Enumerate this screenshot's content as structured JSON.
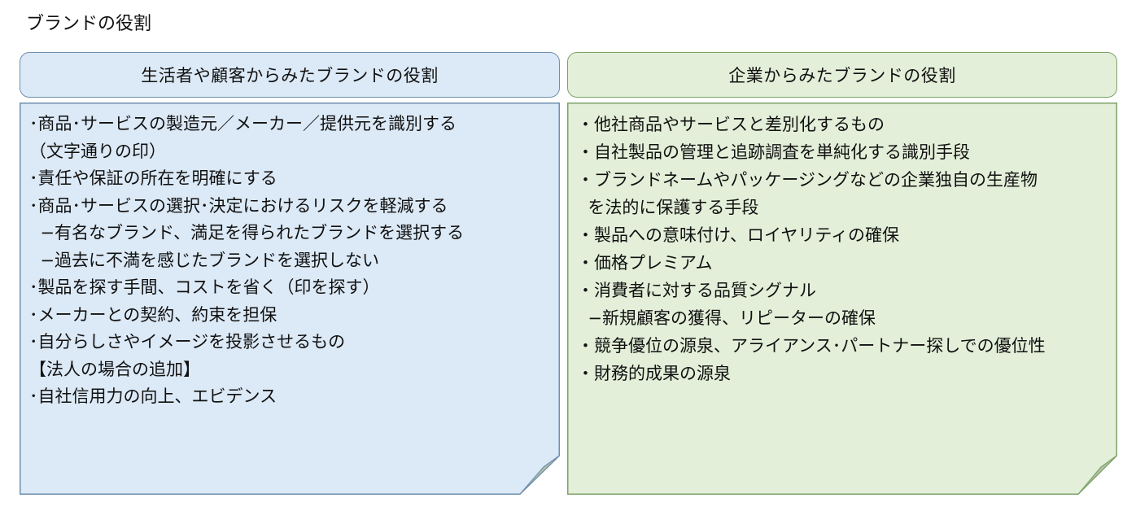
{
  "title": "ブランドの役割",
  "left": {
    "header": "生活者や顧客からみたブランドの役割",
    "lines": [
      "･商品･サービスの製造元／メーカー／提供元を識別する",
      "（文字通りの印）",
      "･責任や保証の所在を明確にする",
      "･商品･サービスの選択･決定におけるリスクを軽減する",
      "  −有名なブランド、満足を得られたブランドを選択する",
      "  −過去に不満を感じたブランドを選択しない",
      "･製品を探す手間、コストを省く（印を探す）",
      "･メーカーとの契約、約束を担保",
      "･自分らしさやイメージを投影させるもの",
      "【法人の場合の追加】",
      "･自社信用力の向上、エビデンス"
    ]
  },
  "right": {
    "header": "企業からみたブランドの役割",
    "lines": [
      "・他社商品やサービスと差別化するもの",
      "・自社製品の管理と追跡調査を単純化する識別手段",
      "・ブランドネームやパッケージングなどの企業独自の生産物",
      "  を法的に保護する手段",
      "・製品への意味付け、ロイヤリティの確保",
      "・価格プレミアム",
      "・消費者に対する品質シグナル",
      "  −新規顧客の獲得、リピーターの確保",
      "・競争優位の源泉、アライアンス･パートナー探しでの優位性",
      "・財務的成果の源泉"
    ]
  },
  "colors": {
    "left_fill": "#dce9f6",
    "left_stroke": "#6f8fae",
    "right_fill": "#e3efd9",
    "right_stroke": "#7da36a",
    "fold_fill": "#b4c3a6"
  }
}
